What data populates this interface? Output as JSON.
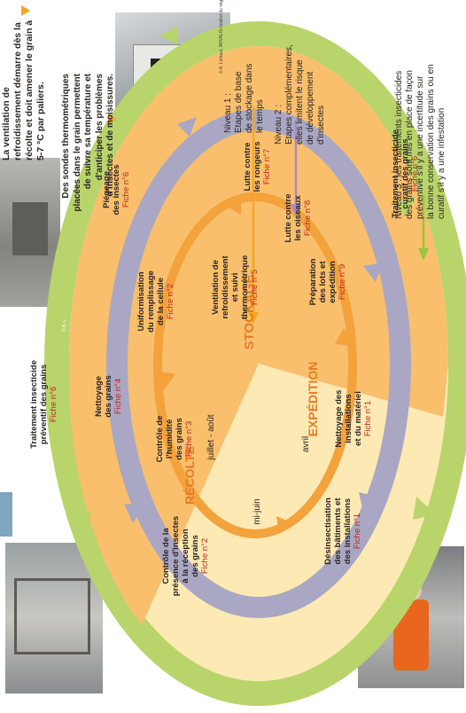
{
  "colors": {
    "outer_ring": "#b9d46a",
    "mid_ring": "#a9a7c3",
    "inner_fill": "#f9bf6c",
    "pale_fill": "#fde9b4",
    "ring_arrow": "#f3a23c",
    "red_text": "#c0241a",
    "dark_text": "#2b2424",
    "level1": "#f5a623",
    "level2": "#a78bc7",
    "level3": "#9cc43e"
  },
  "phases": {
    "stockage": "STOCKAGE",
    "expedition": "EXPÉDITION",
    "recolte": "RÉCOLTE"
  },
  "months": {
    "juillet_aout": "juillet - août",
    "mi_juin": "mi-juin",
    "avril": "avril"
  },
  "steps": [
    {
      "id": "ventilation",
      "text": "Ventilation de\nrefroidissement\net suivi\nthermométrique",
      "fiche": "Fiche n°5"
    },
    {
      "id": "uniformisation",
      "text": "Uniformisation\ndu remplissage\nde la cellule",
      "fiche": "Fiche n°2"
    },
    {
      "id": "piegeage",
      "text": "Piégeage\ndes insectes",
      "fiche": "Fiche n°6"
    },
    {
      "id": "lutte-rongeurs",
      "text": "Lutte contre\nles rongeurs",
      "fiche": "Fiche n°7"
    },
    {
      "id": "lutte-oiseaux",
      "text": "Lutte contre\nles oiseaux",
      "fiche": "Fiche n°8"
    },
    {
      "id": "traitement-curatif",
      "text": "Traitement insecticide\ncuratif des grains",
      "fiche": "Fiche n°6"
    },
    {
      "id": "preparation-lots",
      "text": "Préparation\ndes lots et\nexpédition",
      "fiche": "Fiche n°9"
    },
    {
      "id": "nettoyage-installations",
      "text": "Nettoyage des\ninstallations\net du matériel",
      "fiche": "Fiche n°1"
    },
    {
      "id": "desinsectisation",
      "text": "Désinsectisation\ndes bâtiments et\ndes installations",
      "fiche": "Fiche n°1"
    },
    {
      "id": "controle-insectes",
      "text": "Contrôle de la\nprésence d'insectes\nà la réception\ndes grains",
      "fiche": "Fiche n°2"
    },
    {
      "id": "controle-humidite",
      "text": "Contrôle de\nl'humidité\ndes grains",
      "fiche": "Fiche n°3"
    },
    {
      "id": "nettoyage-grains",
      "text": "Nettoyage\ndes grains",
      "fiche": "Fiche n°4"
    },
    {
      "id": "traitement-preventif",
      "text": "Traitement insecticide\npréventif des grains",
      "fiche": "Fiche n°6"
    }
  ],
  "levels": {
    "niveau1": "Niveau 1 :\nEtapes de base\nde stockage dans\nle temps",
    "niveau2": "Niveau 2 :\nEtapes complémentaires,\nelles limitent le risque\nde développement\nd'insectes",
    "niveau3": "Niveau 3 : les traitements insecticides\ndes grains sont mis en place de façon\npréventive s'il y a une incertitude sur\nla bonne conservation des grains ou en\ncuratif s'il y a une infestation"
  },
  "notes": {
    "ventilation_note": "La ventilation de\nrefroidissement démarre dès la\nrécolte et doit amener le grain à\n5-7 °C par paliers.",
    "sondes_note": "Des sondes thermométriques\nplacées dans le grain permettent\nde suivre sa température et\nd'anticiper les problèmes\nd'insectes et de moisissures."
  },
  "photo_credits": {
    "credit_top": "© A. Liébaut, ARVALIS-Institut du végétal",
    "credit_small": "© A. L."
  }
}
